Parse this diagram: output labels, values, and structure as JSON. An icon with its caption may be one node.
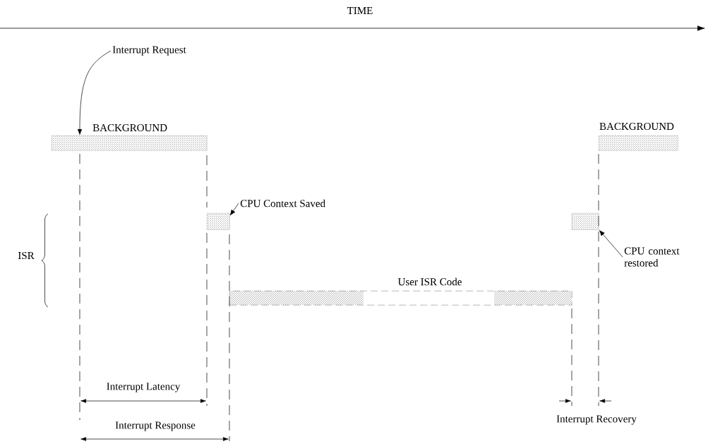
{
  "diagram": {
    "nodes": [
      {
        "text": [
          "Interrupt Request"
        ]
      },
      {
        "text": [
          "BACKGROUND"
        ]
      },
      {
        "text": [
          "CPU Context Saved"
        ]
      },
      {
        "text": [],
        "shape": "bar"
      },
      {
        "text": [
          "User ISR Code"
        ]
      },
      {
        "text": [],
        "shape": "bar"
      },
      {
        "text": [
          "CPU context restored"
        ]
      },
      {
        "text": [
          "BACKGROUND"
        ]
      }
    ],
    "edges": [
      {
        "from": 0,
        "to": 1,
        "arrow": "to"
      },
      {
        "from": 2,
        "to": 3,
        "arrow": "to"
      },
      {
        "from": 6,
        "to": 5,
        "arrow": "to"
      }
    ],
    "labels": [
      "TIME",
      "ISR",
      "Interrupt Latency",
      "Interrupt Response",
      "Interrupt Recovery"
    ]
  }
}
